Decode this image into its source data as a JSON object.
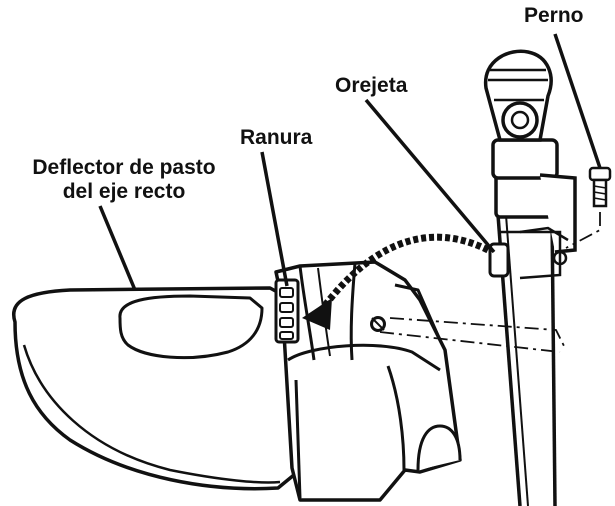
{
  "labels": {
    "perno": "Perno",
    "orejeta": "Orejeta",
    "ranura": "Ranura",
    "deflector_line1": "Deflector de pasto",
    "deflector_line2": "del eje recto"
  },
  "colors": {
    "ink": "#111111",
    "paper": "#ffffff"
  }
}
